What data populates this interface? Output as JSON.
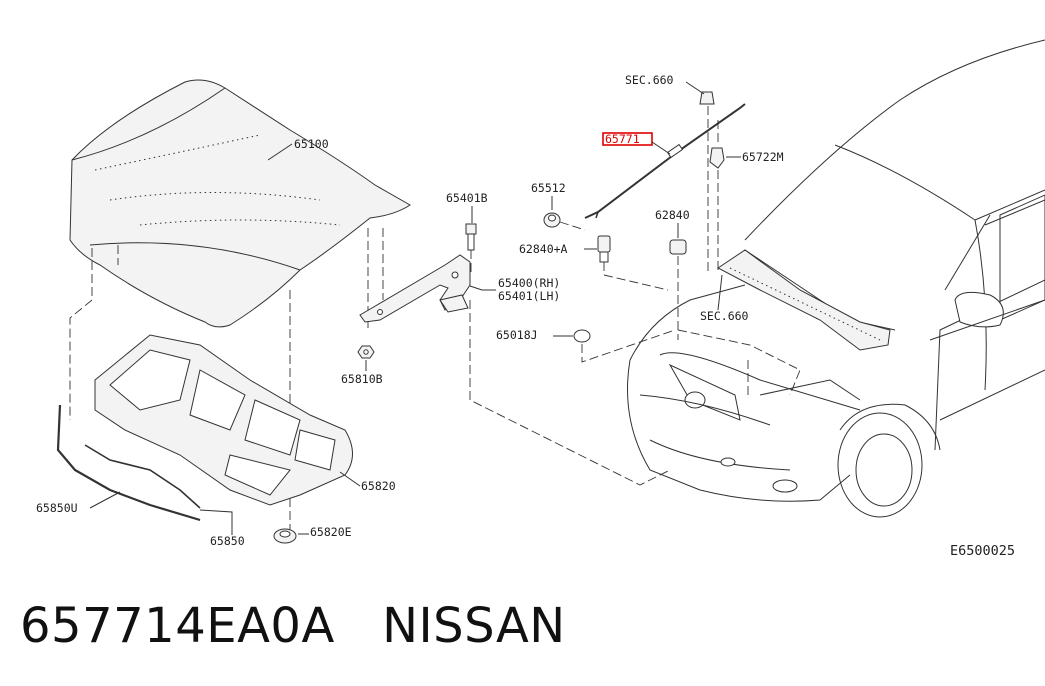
{
  "diagram": {
    "labels": {
      "hood": "65100",
      "insulator": "65820",
      "clip_65820e": "65820E",
      "seal_65850u": "65850U",
      "seal_65850": "65850",
      "bolt_65401b": "65401B",
      "hinge": "65400(RH)",
      "hinge_lh": "65401(LH)",
      "nut_65810b": "65810B",
      "grommet_65512": "65512",
      "clip_62840a": "62840+A",
      "bumper_62840": "62840",
      "rod_65771": "65771",
      "clip_65722m": "65722M",
      "sec660_top": "SEC.660",
      "sec660_cowl": "SEC.660",
      "plug_65018j": "65018J"
    },
    "highlight_color": "#e00000",
    "figure_code": "E6500025"
  },
  "caption": {
    "part_number": "657714EA0A",
    "brand": "NISSAN"
  }
}
